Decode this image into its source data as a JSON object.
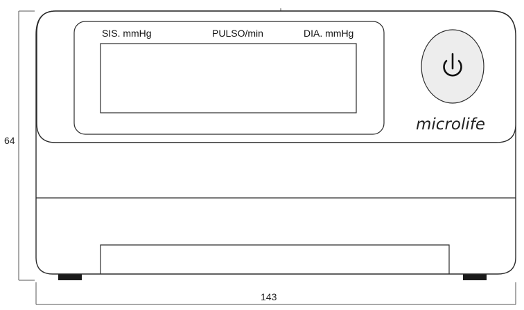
{
  "display": {
    "label_sys": "SIS. mmHg",
    "label_pulse": "PULSO/min",
    "label_dia": "DIA. mmHg"
  },
  "brand": {
    "name": "microlife"
  },
  "icons": {
    "power": "power-icon"
  },
  "dimensions": {
    "height": "64",
    "width": "143"
  },
  "colors": {
    "outline": "#2b2b2b",
    "feet": "#1a1a1a",
    "power_button_fill": "#ededed"
  }
}
